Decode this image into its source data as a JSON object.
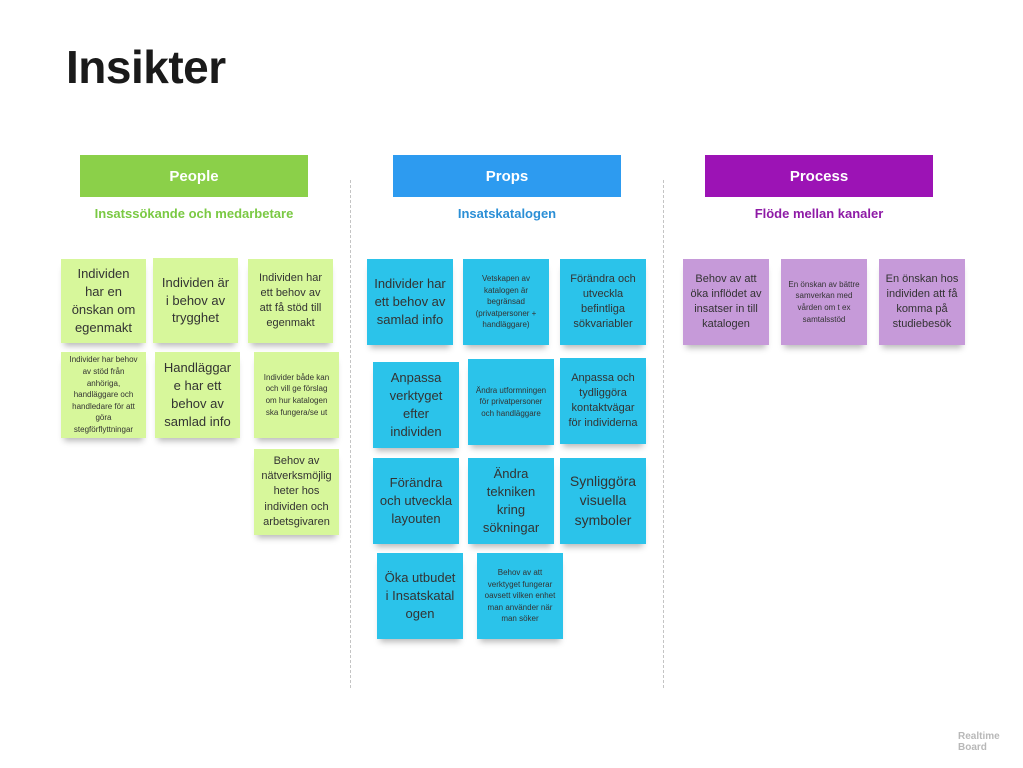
{
  "page": {
    "title": "Insikter"
  },
  "columns": [
    {
      "header": "People",
      "subtitle": "Insatssökande och medarbetare",
      "header_color": "#8bd049",
      "subtitle_color": "#7ac943",
      "notes": [
        "Individen har en önskan om egenmakt",
        "Individen är i behov av trygghet",
        "Individen har ett behov av att få stöd till egenmakt",
        "Individer har behov av stöd från anhöriga, handläggare och handledare för att göra stegförflyttningar",
        "Handläggare har ett behov av samlad info",
        "Individer både kan och vill ge förslag om hur katalogen ska fungera/se ut",
        "Behov av nätverksmöjlig heter hos individen och arbetsgivaren"
      ]
    },
    {
      "header": "Props",
      "subtitle": "Insatskatalogen",
      "header_color": "#2d9bf0",
      "subtitle_color": "#2b8fd6",
      "notes": [
        "Individer har ett behov av samlad info",
        "Vetskapen av katalogen är begränsad (privatpersoner + handläggare)",
        "Förändra och utveckla befintliga sökvariabler",
        "Anpassa verktyget efter individen",
        "Ändra utformningen för privatpersoner och handläggare",
        "Anpassa och tydliggöra kontaktvägar för individerna",
        "Förändra och utveckla layouten",
        "Ändra tekniken kring sökningar",
        "Synliggöra visuella symboler",
        "Öka utbudet i Insatskatal ogen",
        "Behov av att verktyget fungerar oavsett vilken enhet man använder när man söker"
      ]
    },
    {
      "header": "Process",
      "subtitle": "Flöde mellan kanaler",
      "header_color": "#9c13b5",
      "subtitle_color": "#8e1aa6",
      "notes": [
        "Behov av att öka inflödet av insatser in till katalogen",
        "En önskan av bättre samverkan med vården om t ex samtalsstöd",
        "En önskan hos individen att få komma på studiebesök"
      ]
    }
  ],
  "colors": {
    "green_note": "#d7f79b",
    "blue_note": "#2bc3ea",
    "purple_note": "#c69ad9"
  },
  "watermark": {
    "line1": "Realtime",
    "line2": "Board"
  }
}
